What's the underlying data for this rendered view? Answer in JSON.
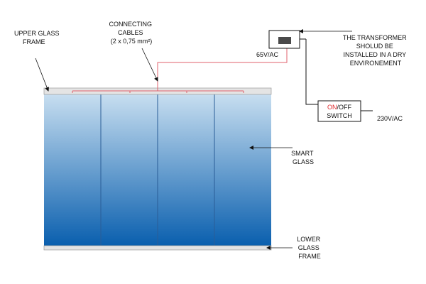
{
  "labels": {
    "upper_frame": [
      "UPPER GLASS",
      "FRAME"
    ],
    "connecting_cables": [
      "CONNECTING",
      "CABLES",
      "(2 x 0,75 mm²)"
    ],
    "transformer_voltage": "65V/AC",
    "transformer_note": [
      "THE TRANSFORMER",
      "SHOLUD BE",
      "INSTALLED IN A DRY",
      "ENVIRONEMENT"
    ],
    "switch_on": "ON",
    "switch_off": "/OFF",
    "switch_label": "SWITCH",
    "mains_voltage": "230V/AC",
    "smart_glass": [
      "SMART",
      "GLASS"
    ],
    "lower_frame": [
      "LOWER",
      "GLASS",
      "FRAME"
    ]
  },
  "colors": {
    "glass_top": "#c7def0",
    "glass_bottom": "#0a5fae",
    "cable": "#e0606c",
    "switch_on": "#e0262a",
    "frame": "#e4e4e4",
    "transformer_core": "#4a4a4a"
  }
}
